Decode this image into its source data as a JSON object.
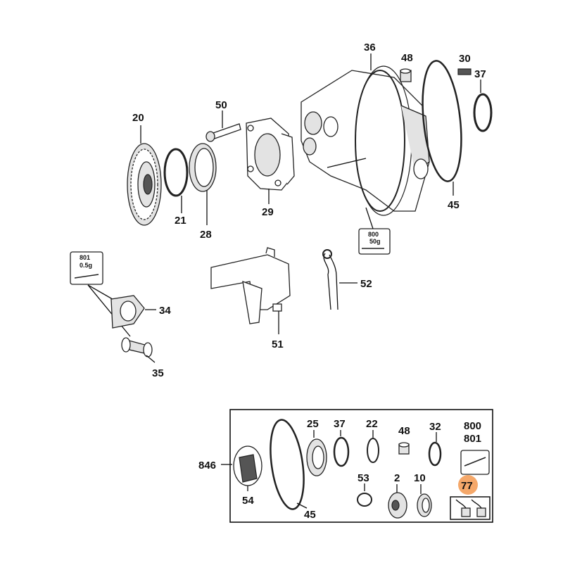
{
  "diagram": {
    "callouts": {
      "p20": "20",
      "p21": "21",
      "p28": "28",
      "p50": "50",
      "p29": "29",
      "p36": "36",
      "p48": "48",
      "p30": "30",
      "p37": "37",
      "p45": "45",
      "p52": "52",
      "p51": "51",
      "p34": "34",
      "p35": "35"
    },
    "grease_tags": {
      "t800": {
        "code": "800",
        "amount": "50g"
      },
      "t801": {
        "code": "801",
        "amount": "0.5g"
      }
    },
    "kit": {
      "p846": "846",
      "p54": "54",
      "p45": "45",
      "p25": "25",
      "p37": "37",
      "p22": "22",
      "p48": "48",
      "p32": "32",
      "p800": "800",
      "p801": "801",
      "p53": "53",
      "p2": "2",
      "p10": "10",
      "p77": "77"
    },
    "highlight_color": "#f5a86a"
  }
}
